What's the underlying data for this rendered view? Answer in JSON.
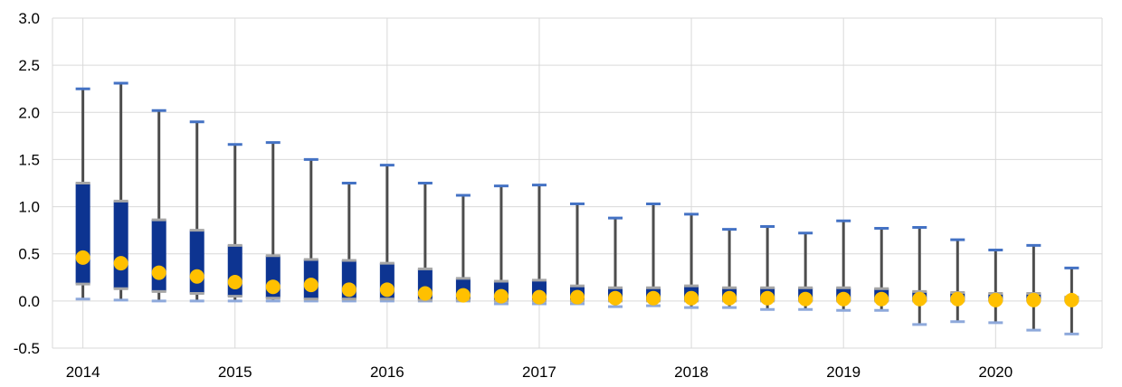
{
  "chart_data": {
    "type": "box",
    "y_ticks": [
      "3.0",
      "2.5",
      "2.0",
      "1.5",
      "1.0",
      "0.5",
      "0.0",
      "-0.5"
    ],
    "ylim": [
      -0.5,
      3.0
    ],
    "x_tick_labels": [
      "2014",
      "2015",
      "2016",
      "2017",
      "2018",
      "2019",
      "2020"
    ],
    "grid": true,
    "colors": {
      "box": "#0d3491",
      "whisker": "#4d4d4d",
      "cap_high": "#4472c4",
      "cap_low": "#8ea9db",
      "box_edge": "#a6a6a6",
      "dot": "#ffc000",
      "grid": "#d9d9d9"
    },
    "boxes": [
      {
        "x": 2014.0,
        "min": 0.02,
        "q1": 0.18,
        "median": 0.46,
        "q3": 1.25,
        "max": 2.25
      },
      {
        "x": 2014.25,
        "min": 0.01,
        "q1": 0.13,
        "median": 0.4,
        "q3": 1.06,
        "max": 2.31
      },
      {
        "x": 2014.5,
        "min": 0.0,
        "q1": 0.1,
        "median": 0.3,
        "q3": 0.86,
        "max": 2.02
      },
      {
        "x": 2014.75,
        "min": 0.0,
        "q1": 0.08,
        "median": 0.26,
        "q3": 0.75,
        "max": 1.9
      },
      {
        "x": 2015.0,
        "min": 0.0,
        "q1": 0.05,
        "median": 0.2,
        "q3": 0.59,
        "max": 1.66
      },
      {
        "x": 2015.25,
        "min": 0.0,
        "q1": 0.03,
        "median": 0.15,
        "q3": 0.48,
        "max": 1.68
      },
      {
        "x": 2015.5,
        "min": 0.0,
        "q1": 0.02,
        "median": 0.17,
        "q3": 0.44,
        "max": 1.5
      },
      {
        "x": 2015.75,
        "min": 0.0,
        "q1": 0.02,
        "median": 0.12,
        "q3": 0.43,
        "max": 1.25
      },
      {
        "x": 2016.0,
        "min": 0.0,
        "q1": 0.02,
        "median": 0.12,
        "q3": 0.4,
        "max": 1.44
      },
      {
        "x": 2016.25,
        "min": 0.0,
        "q1": 0.01,
        "median": 0.08,
        "q3": 0.34,
        "max": 1.25
      },
      {
        "x": 2016.5,
        "min": 0.0,
        "q1": 0.01,
        "median": 0.06,
        "q3": 0.24,
        "max": 1.12
      },
      {
        "x": 2016.75,
        "min": -0.03,
        "q1": 0.0,
        "median": 0.05,
        "q3": 0.21,
        "max": 1.22
      },
      {
        "x": 2017.0,
        "min": -0.03,
        "q1": 0.0,
        "median": 0.04,
        "q3": 0.22,
        "max": 1.23
      },
      {
        "x": 2017.25,
        "min": -0.03,
        "q1": 0.0,
        "median": 0.04,
        "q3": 0.16,
        "max": 1.03
      },
      {
        "x": 2017.5,
        "min": -0.06,
        "q1": 0.0,
        "median": 0.03,
        "q3": 0.14,
        "max": 0.88
      },
      {
        "x": 2017.75,
        "min": -0.05,
        "q1": 0.0,
        "median": 0.03,
        "q3": 0.14,
        "max": 1.03
      },
      {
        "x": 2018.0,
        "min": -0.07,
        "q1": 0.0,
        "median": 0.03,
        "q3": 0.16,
        "max": 0.92
      },
      {
        "x": 2018.25,
        "min": -0.07,
        "q1": 0.0,
        "median": 0.03,
        "q3": 0.14,
        "max": 0.76
      },
      {
        "x": 2018.5,
        "min": -0.09,
        "q1": 0.0,
        "median": 0.03,
        "q3": 0.14,
        "max": 0.79
      },
      {
        "x": 2018.75,
        "min": -0.09,
        "q1": 0.0,
        "median": 0.02,
        "q3": 0.14,
        "max": 0.72
      },
      {
        "x": 2019.0,
        "min": -0.1,
        "q1": 0.0,
        "median": 0.02,
        "q3": 0.14,
        "max": 0.85
      },
      {
        "x": 2019.25,
        "min": -0.1,
        "q1": 0.0,
        "median": 0.02,
        "q3": 0.13,
        "max": 0.77
      },
      {
        "x": 2019.5,
        "min": -0.25,
        "q1": 0.0,
        "median": 0.02,
        "q3": 0.1,
        "max": 0.78
      },
      {
        "x": 2019.75,
        "min": -0.22,
        "q1": 0.0,
        "median": 0.02,
        "q3": 0.09,
        "max": 0.65
      },
      {
        "x": 2020.0,
        "min": -0.23,
        "q1": 0.0,
        "median": 0.01,
        "q3": 0.08,
        "max": 0.54
      },
      {
        "x": 2020.25,
        "min": -0.31,
        "q1": 0.0,
        "median": 0.01,
        "q3": 0.08,
        "max": 0.59
      },
      {
        "x": 2020.5,
        "min": -0.35,
        "q1": 0.0,
        "median": 0.01,
        "q3": 0.04,
        "max": 0.35
      }
    ]
  }
}
